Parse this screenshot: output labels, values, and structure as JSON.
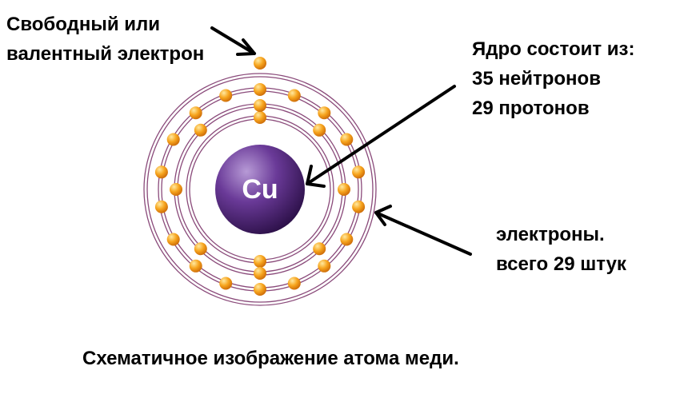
{
  "labels": {
    "free_electron": [
      "Свободный или",
      "валентный электрон"
    ],
    "nucleus": [
      "Ядро состоит из:",
      "35 нейтронов",
      "29 протонов"
    ],
    "electrons": [
      "электроны.",
      "всего 29 штук"
    ],
    "caption": "Схематичное изображение атома меди.",
    "symbol": "Cu"
  },
  "colors": {
    "orbit": "#8a4a7a",
    "electron": "#f5a623",
    "nucleus": "#5a2d82"
  },
  "shells": [
    2,
    8,
    18,
    1
  ]
}
